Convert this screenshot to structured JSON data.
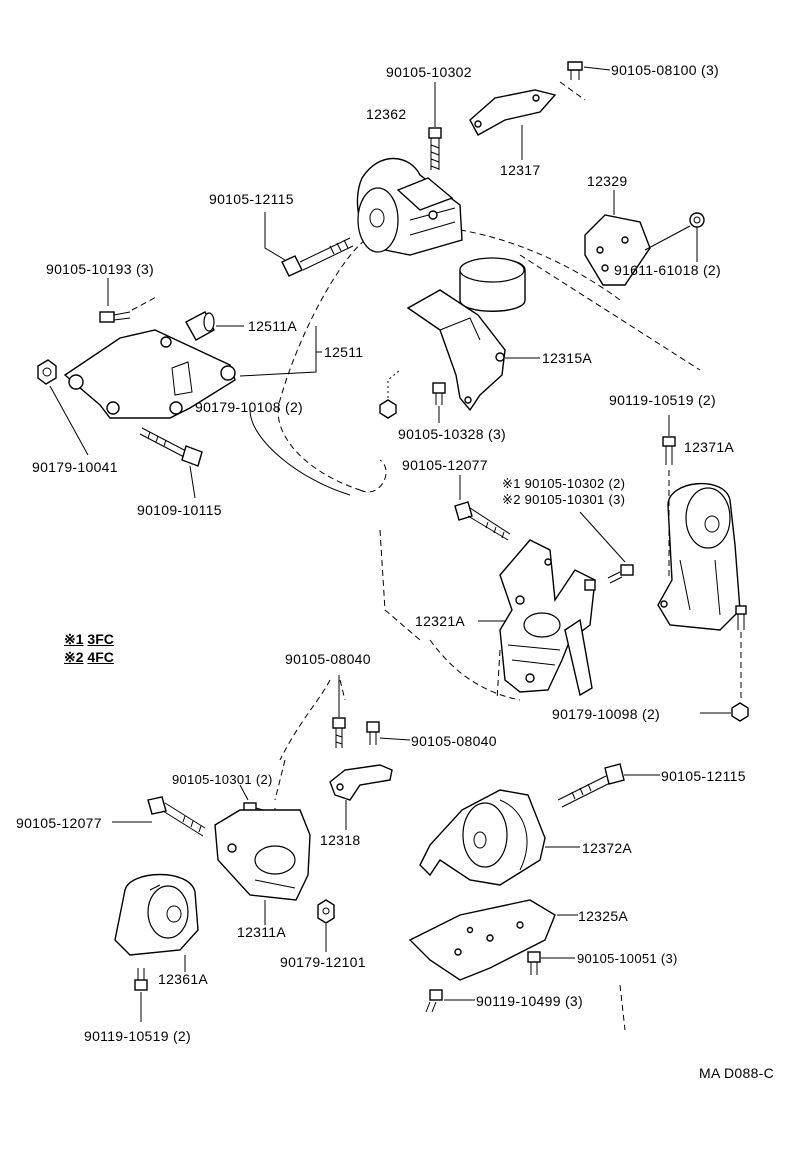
{
  "diagram_code": "MA D088-C",
  "notes": [
    {
      "mark": "※1",
      "code": "3FC"
    },
    {
      "mark": "※2",
      "code": "4FC"
    }
  ],
  "labels": {
    "l_90105_10302_top": "90105-10302",
    "l_90105_08100": "90105-08100 (3)",
    "l_12362": "12362",
    "l_12317": "12317",
    "l_12329": "12329",
    "l_90105_12115_top": "90105-12115",
    "l_90105_10193": "90105-10193 (3)",
    "l_91611_61018": "91611-61018 (2)",
    "l_12511A": "12511A",
    "l_12511": "12511",
    "l_12315A": "12315A",
    "l_90179_10108": "90179-10108 (2)",
    "l_90105_10328": "90105-10328 (3)",
    "l_90119_10519_right": "90119-10519 (2)",
    "l_12371A": "12371A",
    "l_90179_10041": "90179-10041",
    "l_90105_12077_mid": "90105-12077",
    "l_n1_90105_10302": "※1 90105-10302 (2)",
    "l_n2_90105_10301": "※2 90105-10301 (3)",
    "l_90109_10115": "90109-10115",
    "l_12321A": "12321A",
    "l_90105_08040_top": "90105-08040",
    "l_90179_10098": "90179-10098 (2)",
    "l_90105_08040_right": "90105-08040",
    "l_90105_12115_right": "90105-12115",
    "l_90105_10301": "90105-10301 (2)",
    "l_90105_12077_left": "90105-12077",
    "l_12318": "12318",
    "l_12372A": "12372A",
    "l_12311A": "12311A",
    "l_12325A": "12325A",
    "l_90179_12101": "90179-12101",
    "l_90105_10051": "90105-10051 (3)",
    "l_12361A": "12361A",
    "l_90119_10499": "90119-10499 (3)",
    "l_90119_10519_bottom": "90119-10519 (2)"
  }
}
